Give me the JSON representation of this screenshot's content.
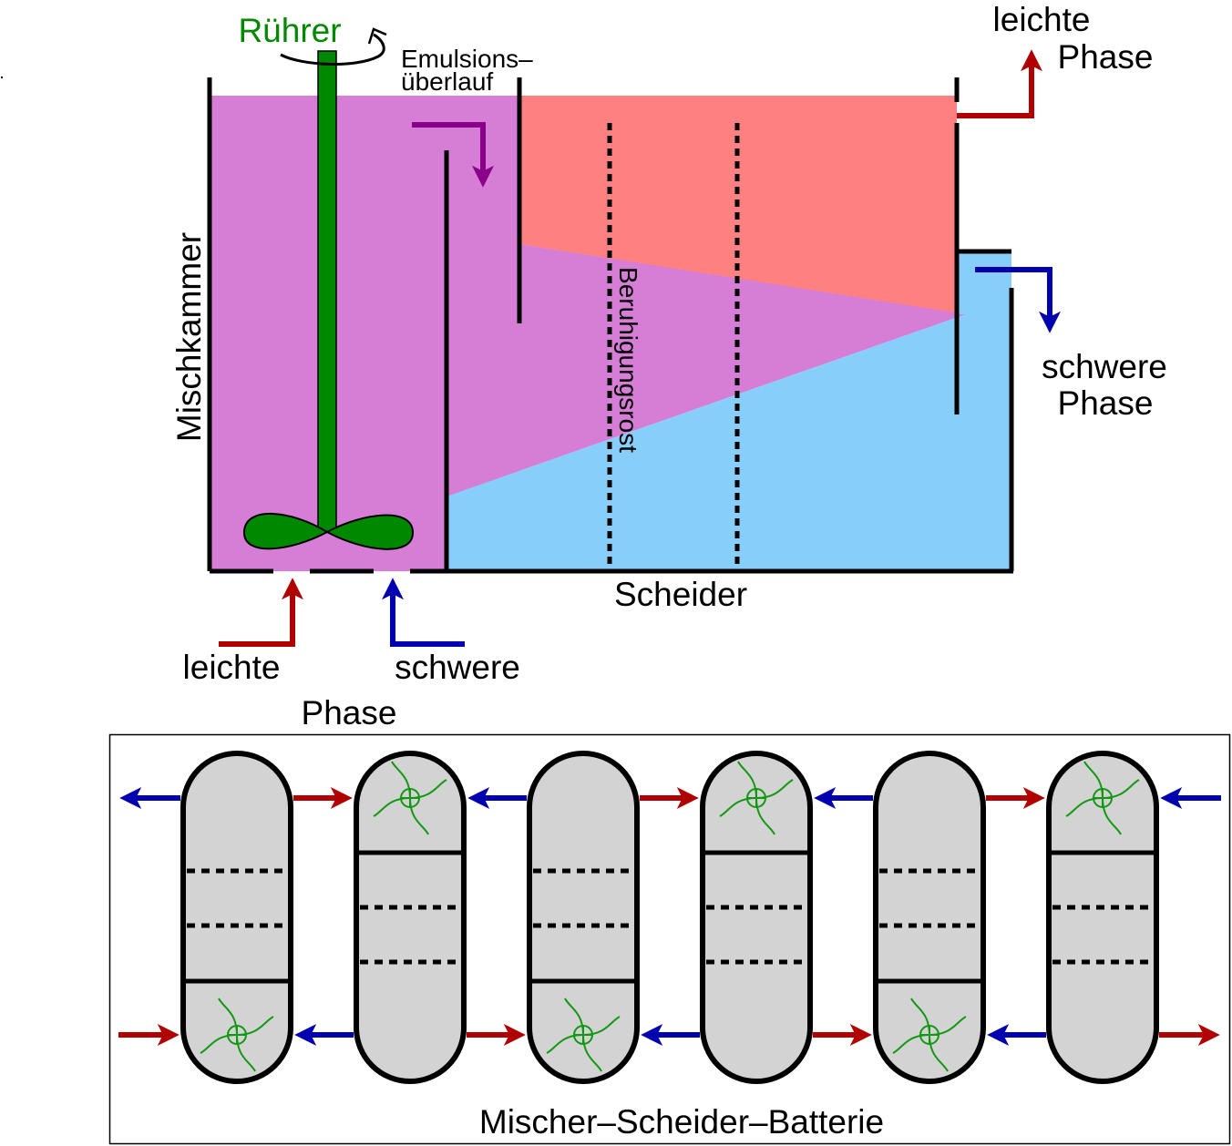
{
  "colors": {
    "emulsion": "#d67ed6",
    "light_phase": "#ff8080",
    "heavy_phase": "#87cefa",
    "stirrer": "#008800",
    "light_arrow": "#b00000",
    "heavy_arrow": "#0000b0",
    "emulsion_arrow": "#8b008b",
    "capsule_fill": "#d3d3d3",
    "impeller": "#119911"
  },
  "top_diagram": {
    "stirrer_label": "Rührer",
    "emulsion_overflow_label_line1": "Emulsions–",
    "emulsion_overflow_label_line2": "überlauf",
    "mixing_chamber_label": "Mischkammer",
    "calming_grid_label": "Beruhigungsrost",
    "separator_label": "Scheider",
    "outlet_light": {
      "line1": "leichte",
      "line2": "Phase"
    },
    "outlet_heavy": {
      "line1": "schwere",
      "line2": "Phase"
    },
    "inlet_light_label": "leichte",
    "inlet_heavy_label": "schwere",
    "inlet_phase_label": "Phase"
  },
  "battery": {
    "title": "Mischer–Scheider–Batterie",
    "units": [
      {
        "mixer_position": "bottom"
      },
      {
        "mixer_position": "top"
      },
      {
        "mixer_position": "bottom"
      },
      {
        "mixer_position": "top"
      },
      {
        "mixer_position": "bottom"
      },
      {
        "mixer_position": "top"
      }
    ],
    "top_flows": [
      "heavy-left",
      "light-right",
      "heavy-left",
      "light-right",
      "heavy-left",
      "light-right",
      "heavy-left"
    ],
    "bottom_flows": [
      "light-right",
      "heavy-left",
      "light-right",
      "heavy-left",
      "light-right",
      "heavy-left",
      "light-right"
    ]
  }
}
